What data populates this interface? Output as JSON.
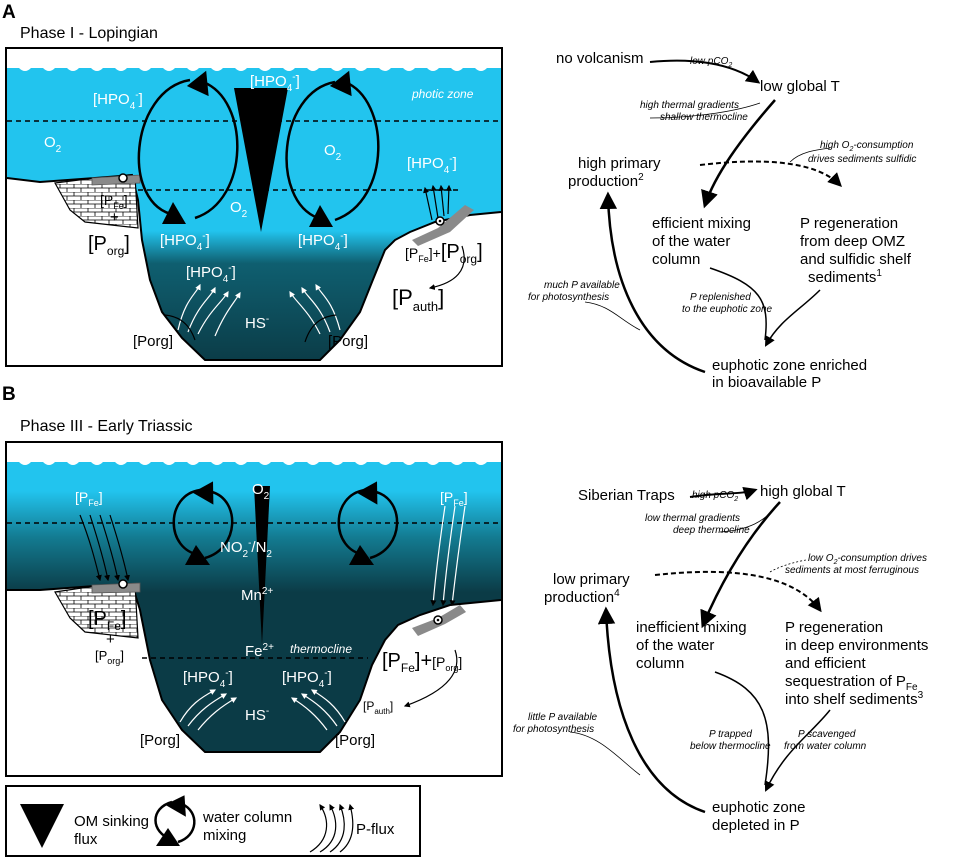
{
  "panel_a": {
    "letter": "A",
    "title": "Phase I - Lopingian",
    "basin": {
      "photic_zone": "photic zone",
      "hpo4": "[HPO",
      "sub4": "4",
      "minus": "-",
      "close": "]",
      "o2": "O",
      "sub2": "2",
      "pfe_open": "[P",
      "fe": "Fe",
      "plus": "+",
      "porg_open": "[P",
      "org": "org",
      "pauth_open": "[P",
      "auth": "auth",
      "hs": "HS",
      "porg_bottom": "[Porg]"
    },
    "flow": {
      "no_volcanism": "no volcanism",
      "low_pco": "low pCO",
      "low_global_t": "low global T",
      "thermal_1": "high thermal gradients",
      "thermal_2": "shallow thermocline",
      "oxy_1": "high O",
      "oxy_1b": "-consumption",
      "oxy_2": "drives sediments sulfidic",
      "prod_1": "high primary",
      "prod_2": "production",
      "prod_sup": "2",
      "mix_1": "efficient mixing",
      "mix_2": "of the water",
      "mix_3": "column",
      "regen_1": "P regeneration",
      "regen_2": "from deep OMZ",
      "regen_3": "and sulfidic shelf",
      "regen_4": "sediments",
      "regen_sup": "1",
      "repl_1": "P  replenished",
      "repl_2": "to the euphotic zone",
      "avail_1": "much P available",
      "avail_2": "for photosynthesis",
      "eu_1": "euphotic zone enriched",
      "eu_2": "in bioavailable P"
    }
  },
  "panel_b": {
    "letter": "B",
    "title": "Phase III - Early Triassic",
    "basin": {
      "o2": "O",
      "sub2": "2",
      "no2": "NO",
      "sub2b": "2",
      "minus": "-",
      "n2": "/N",
      "sub2c": "2",
      "mn": "Mn",
      "mn_sup": "2+",
      "fe": "Fe",
      "fe_sup": "2+",
      "thermocline": "thermocline",
      "pfe_open": "[P",
      "fe_sub": "Fe",
      "close": "]",
      "plus": "+",
      "porg_open": "[P",
      "org": "org",
      "pauth_open": "[P",
      "auth": "auth",
      "hpo4": "[HPO",
      "sub4": "4",
      "hs": "HS",
      "porg_bottom": "[Porg]"
    },
    "flow": {
      "traps": "Siberian Traps",
      "high_pco": "high pCO",
      "high_global_t": "high global T",
      "thermal_1": "low thermal gradients",
      "thermal_2": "deep thermocline",
      "oxy_1": "low O",
      "oxy_1b": "-consumption drives",
      "oxy_2": "sediments at most ferruginous",
      "prod_1": "low primary",
      "prod_2": "production",
      "prod_sup": "4",
      "mix_1": "inefficient mixing",
      "mix_2": "of the water",
      "mix_3": "column",
      "regen_1": "P regeneration",
      "regen_2": "in deep environments",
      "regen_3": "and efficient",
      "regen_4": "sequestration of P",
      "regen_sub": "Fe",
      "regen_5": "into shelf sediments",
      "regen_sup": "3",
      "trap_1": "P trapped",
      "trap_2": "below thermocline",
      "scav_1": "P scavenged",
      "scav_2": "from water column",
      "avail_1": "little P available",
      "avail_2": "for photosynthesis",
      "eu_1": "euphotic zone",
      "eu_2": "depleted in P"
    }
  },
  "legend": {
    "om_1": "OM sinking",
    "om_2": "flux",
    "mix_1": "water column",
    "mix_2": "mixing",
    "pflux": "P-flux"
  },
  "colors": {
    "water_light": "#22c4ee",
    "water_dark": "#0b3b46",
    "shelf_gray": "#8a8a8a"
  }
}
